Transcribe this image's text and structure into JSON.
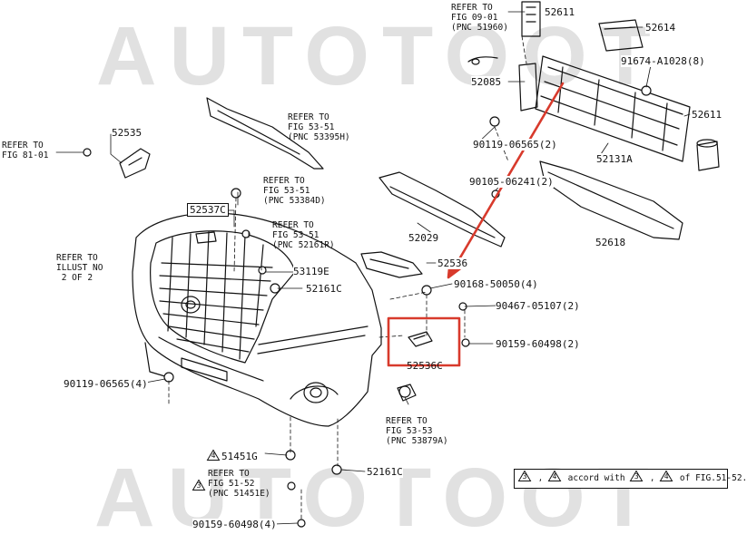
{
  "watermark": {
    "top": "AUTOTOOT",
    "bottom": "AUTOTOOT"
  },
  "part_numbers": {
    "p52611_top": "52611",
    "p52614": "52614",
    "p91674": "91674-A1028(8)",
    "p52085": "52085",
    "p52611_right": "52611",
    "p90119_upper": "90119-06565(2)",
    "p52131a": "52131A",
    "p52535": "52535",
    "p90105": "90105-06241(2)",
    "p52537c": "52537C",
    "p52618": "52618",
    "p52029": "52029",
    "p52536": "52536",
    "p53119e": "53119E",
    "p52161c_mid": "52161C",
    "p90168": "90168-50050(4)",
    "p90467": "90467-05107(2)",
    "p90159_mid": "90159-60498(2)",
    "p52536c": "52536C",
    "p90119_lower": "90119-06565(4)",
    "p51451g": "51451G",
    "p52161c_low": "52161C",
    "p90159_low": "90159-60498(4)"
  },
  "references": {
    "fig09": "REFER TO\nFIG 09-01\n(PNC 51960)",
    "fig53_upper": "REFER TO\nFIG 53-51\n(PNC 53395H)",
    "fig81": "REFER TO\nFIG 81-01",
    "fig53_384": "REFER TO\nFIG 53-51\n(PNC 53384D)",
    "fig53_161": "REFER TO\nFIG 53-51\n(PNC 52161R)",
    "illust": "REFER TO\nILLUST NO\n 2 OF 2",
    "fig53_53": "REFER TO\nFIG 53-53\n(PNC 53879A)",
    "fig51": "REFER TO\nFIG 51-52\n(PNC 51451E)"
  },
  "triangle_marks": {
    "three": "3",
    "four": "4"
  },
  "legend": {
    "mark_a": "3",
    "mark_b": "4",
    "text_mid": "accord with",
    "text_end": "of FIG.51-52."
  },
  "colors": {
    "highlight": "#d83a2c",
    "line": "#111111",
    "watermark": "#c9c9c9"
  }
}
